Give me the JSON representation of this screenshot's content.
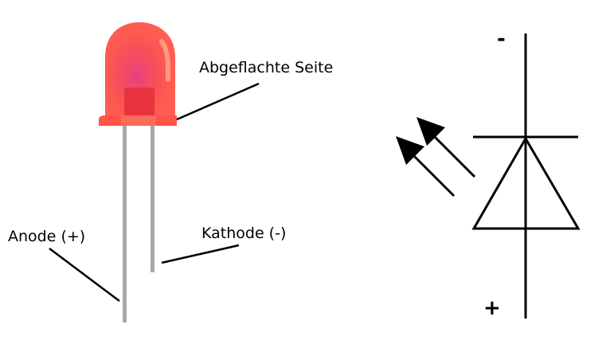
{
  "led": {
    "labels": {
      "flat_side": "Abgeflachte Seite",
      "anode": "Anode (+)",
      "cathode": "Kathode (-)"
    },
    "colors": {
      "body": "#ff4f45",
      "glow": "#e8408a",
      "leads": "#a9a9a9"
    }
  },
  "symbol": {
    "minus": "-",
    "plus": "+",
    "icon": "led-schematic-symbol"
  }
}
